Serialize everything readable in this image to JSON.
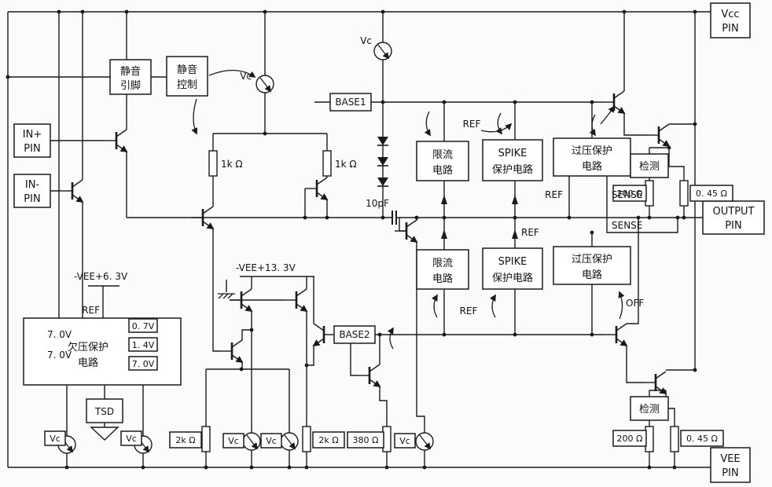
{
  "pins": {
    "vcc": {
      "line1": "Vcc",
      "line2": "PIN"
    },
    "vee": {
      "line1": "VEE",
      "line2": "PIN"
    },
    "output": {
      "line1": "OUTPUT",
      "line2": "PIN"
    },
    "in_plus": {
      "line1": "IN+",
      "line2": "PIN"
    },
    "in_minus": {
      "line1": "IN-",
      "line2": "PIN"
    }
  },
  "blocks": {
    "mute_pin": {
      "line1": "静音",
      "line2": "引脚"
    },
    "mute_control": {
      "line1": "静音",
      "line2": "控制"
    },
    "current_limit_upper": {
      "line1": "限流",
      "line2": "电路"
    },
    "spike_upper": {
      "line1": "SPIKE",
      "line2": "保护电路"
    },
    "overvoltage_upper": {
      "line1": "过压保护",
      "line2": "电路"
    },
    "current_limit_lower": {
      "line1": "限流",
      "line2": "电路"
    },
    "spike_lower": {
      "line1": "SPIKE",
      "line2": "保护电路"
    },
    "overvoltage_lower": {
      "line1": "过压保护",
      "line2": "电路"
    },
    "detect_upper": {
      "label": "检测"
    },
    "detect_lower": {
      "label": "检测"
    },
    "undervoltage": {
      "line1": "欠压保护",
      "line2": "电路"
    },
    "tsd": {
      "label": "TSD"
    },
    "base1": {
      "label": "BASE1"
    },
    "base2": {
      "label": "BASE2"
    }
  },
  "components": {
    "r1k_left": "1k Ω",
    "r1k_right": "1k Ω",
    "c_comp": "10pF",
    "r200_upper": "200 Ω",
    "r045_upper": "0. 45 Ω",
    "r200_lower": "200 Ω",
    "r045_lower": "0. 45 Ω",
    "r2k_left": "2k Ω",
    "r2k_right": "2k Ω",
    "r380": "380 Ω",
    "vc": "Vc",
    "z7_1": "7. 0V",
    "z7_2": "7. 0V",
    "d07": "0. 7V",
    "d14": "1. 4V",
    "d70": "7. 0V"
  },
  "nets": {
    "vee63": "-VEE+6. 3V",
    "vee133": "-VEE+13. 3V",
    "ref": "REF",
    "sense": "SENSE",
    "off": "OFF"
  }
}
